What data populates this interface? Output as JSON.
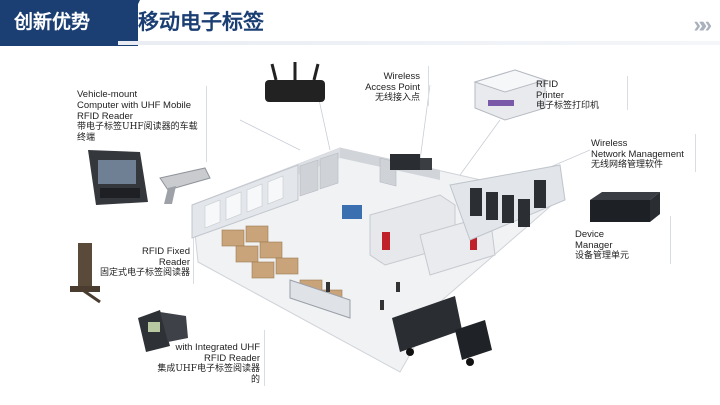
{
  "header": {
    "tab_label": "创新优势",
    "title": "移动电子标签",
    "chevron": "»»"
  },
  "labels": {
    "vehicle_mount": {
      "en1": "Vehicle-mount",
      "en2": "Computer with UHF Mobile",
      "en3": "RFID Reader",
      "zh1": "带电子标签UHF阅读器的车载",
      "zh2": "终端"
    },
    "wireless_ap": {
      "en1": "Wireless",
      "en2": "Access Point",
      "zh1": "无线接入点"
    },
    "rfid_printer": {
      "en1": "RFID",
      "en2": "Printer",
      "zh1": "电子标签打印机"
    },
    "wireless_nm": {
      "en1": "Wireless",
      "en2": "Network Management",
      "zh1": "无线网络管理软件"
    },
    "device_manager": {
      "en1": "Device",
      "en2": "Manager",
      "zh1": "设备管理单元"
    },
    "fixed_reader": {
      "en1": "RFID Fixed",
      "en2": "Reader",
      "zh1": "固定式电子标签阅读器"
    },
    "integrated_reader": {
      "en1": "with Integrated UHF",
      "en2": "RFID Reader",
      "zh1": "集成UHF电子标签阅读器",
      "zh2": "的"
    }
  }
}
